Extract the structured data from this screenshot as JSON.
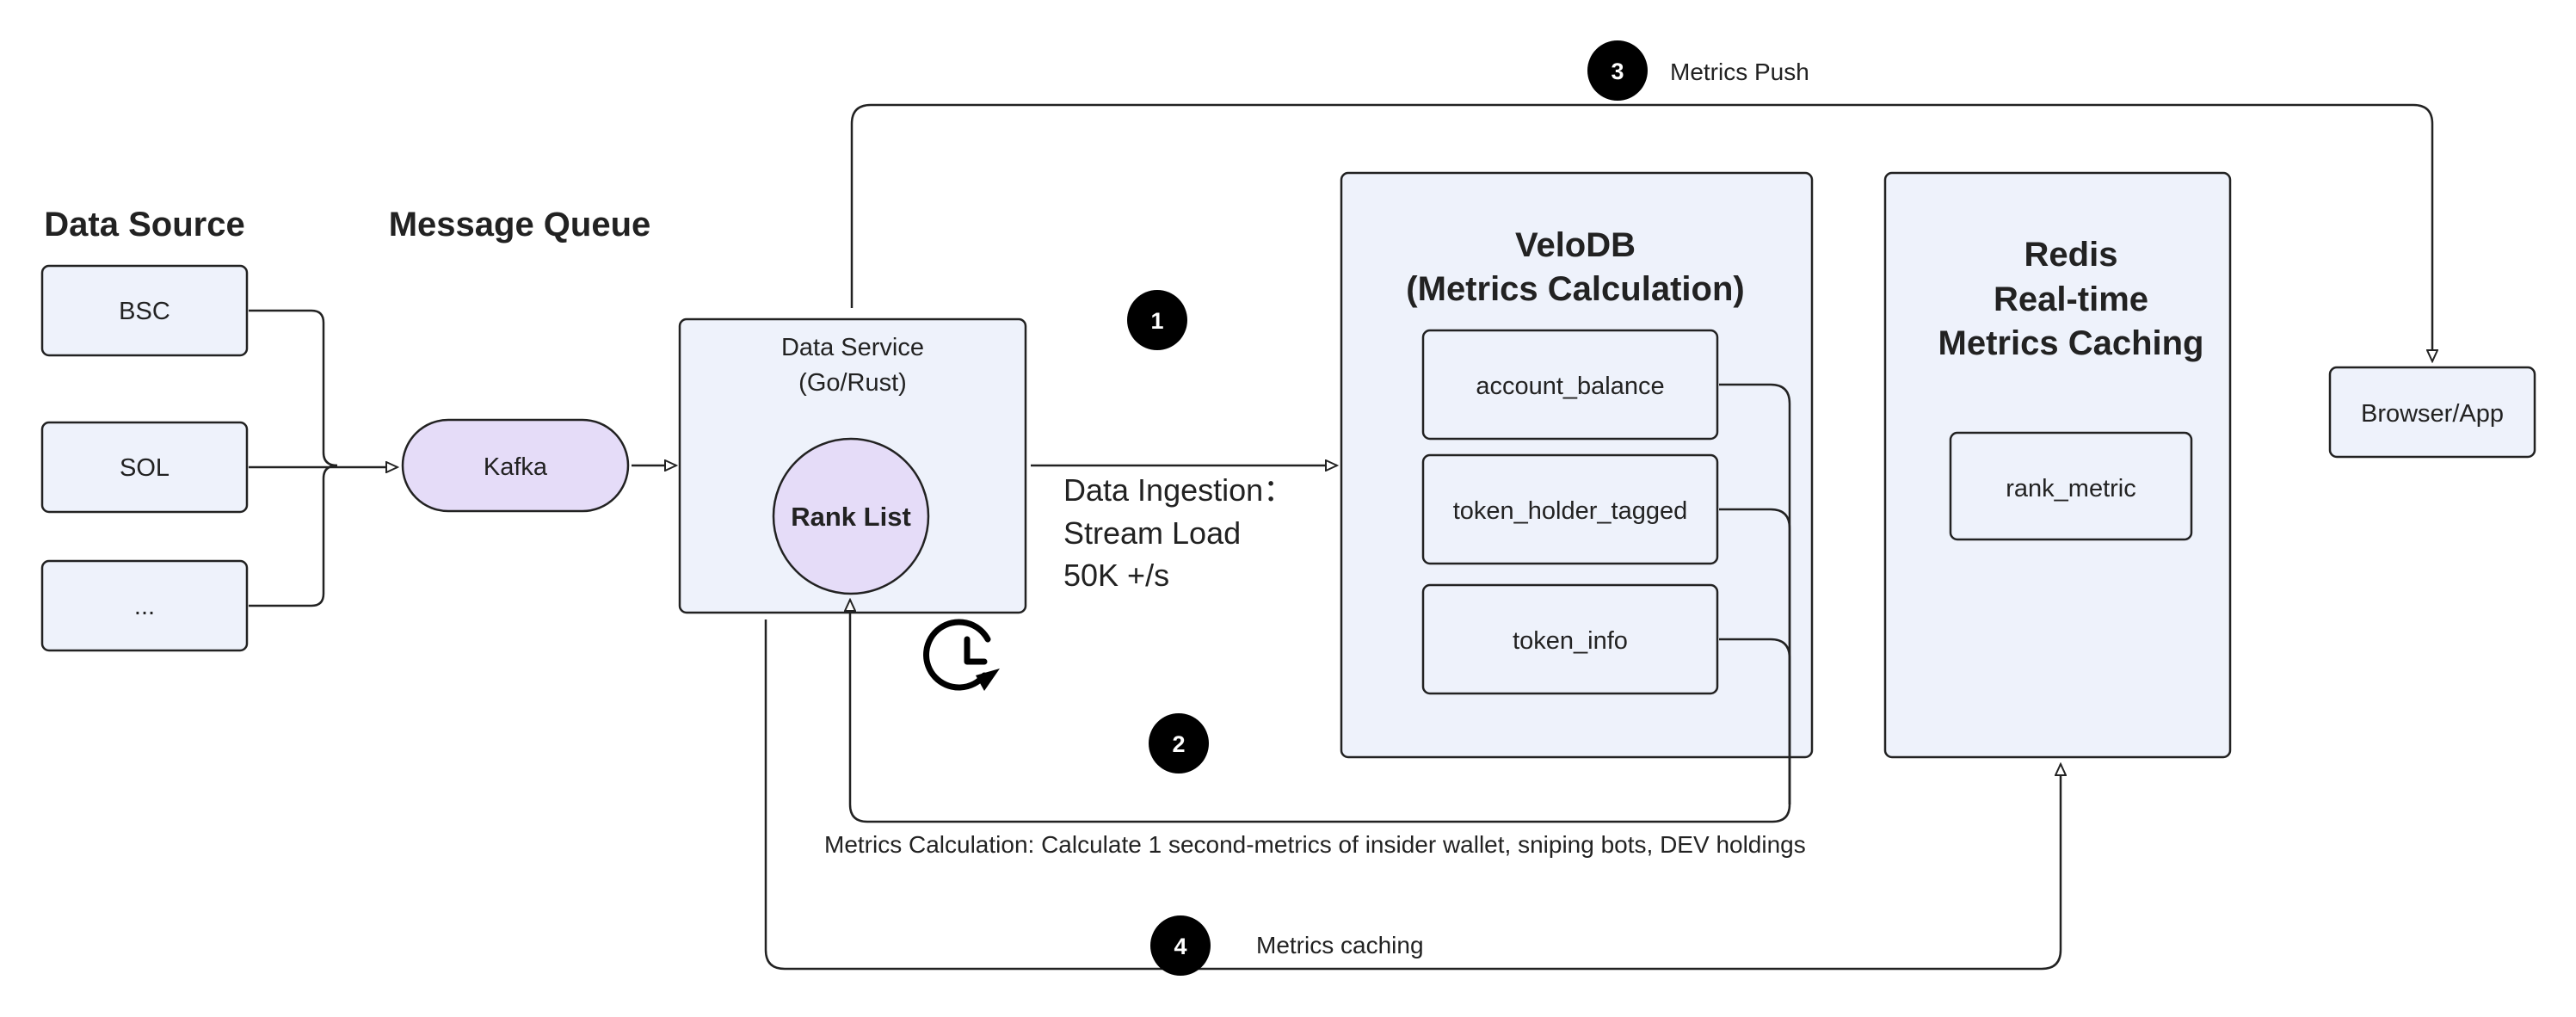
{
  "headers": {
    "data_source": "Data Source",
    "message_queue": "Message Queue"
  },
  "sources": [
    "BSC",
    "SOL",
    "..."
  ],
  "kafka": "Kafka",
  "data_service": {
    "line1": "Data Service",
    "line2": "(Go/Rust)",
    "rank_list": "Rank List"
  },
  "ingestion": {
    "line1": "Data Ingestion：",
    "line2": "Stream Load",
    "line3": "50K +/s"
  },
  "velodb": {
    "title1": "VeloDB",
    "title2": "(Metrics Calculation)",
    "tables": [
      "account_balance",
      "token_holder_tagged",
      "token_info"
    ]
  },
  "redis": {
    "title1": "Redis",
    "title2": "Real-time",
    "title3": "Metrics Caching",
    "table": "rank_metric"
  },
  "browser": "Browser/App",
  "steps": {
    "s1": "1",
    "s2": "2",
    "s3": "3",
    "s4": "4"
  },
  "labels": {
    "metrics_push": "Metrics Push",
    "metrics_calculation": "Metrics Calculation: Calculate 1 second-metrics of insider wallet, sniping bots, DEV holdings",
    "metrics_caching": "Metrics caching"
  },
  "icons": {
    "timer": "clock-refresh-icon"
  },
  "colors": {
    "box_fill": "#eef2fb",
    "pill_fill": "#e5dcf8",
    "stroke": "#222222",
    "badge": "#000000"
  }
}
